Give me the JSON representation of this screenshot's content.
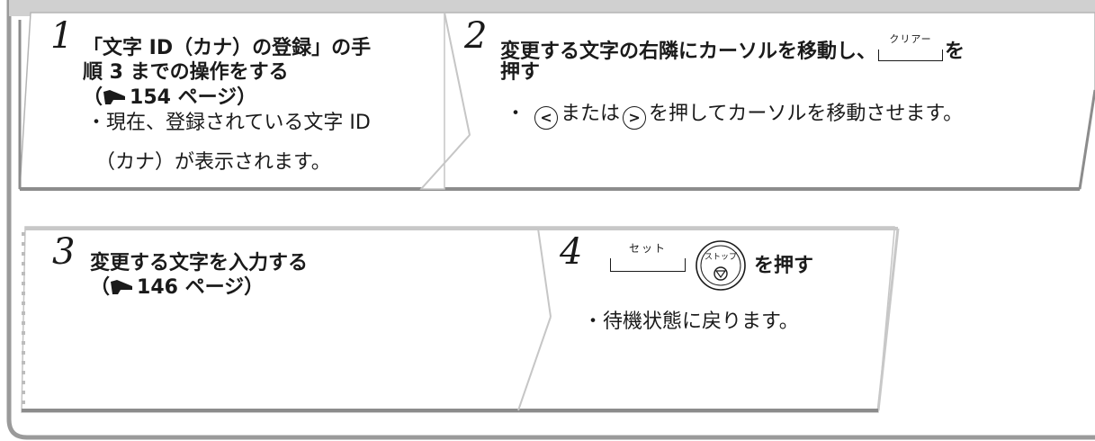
{
  "steps": [
    {
      "number": "1",
      "heading_line1": "「文字 ID（カナ）の登録」の手",
      "heading_line2": "順 3 までの操作をする",
      "ref": "（",
      "ref_page": "154 ページ）",
      "bullet_line1": "・現在、登録されている文字 ID",
      "bullet_line2": "（カナ）が表示されます。"
    },
    {
      "number": "2",
      "heading_part1": "変更する文字の右隣にカーソルを移動し、",
      "key_label": "クリアー",
      "heading_part2": "を",
      "heading_line2": "押す",
      "bullet_prefix": "・",
      "left_key": "<",
      "middle_text": "または",
      "right_key": ">",
      "bullet_suffix": "を押してカーソルを移動させます。"
    },
    {
      "number": "3",
      "heading_line1": "変更する文字を入力する",
      "ref": "（",
      "ref_page": "146 ページ）"
    },
    {
      "number": "4",
      "set_key_label": "セット",
      "stop_key_label": "ストップ",
      "heading_suffix": "を押す",
      "bullet": "・待機状態に戻ります。"
    }
  ],
  "colors": {
    "frame": "#9a9a9a",
    "panel_border": "#b5b5b5",
    "text": "#1a1a1a"
  }
}
